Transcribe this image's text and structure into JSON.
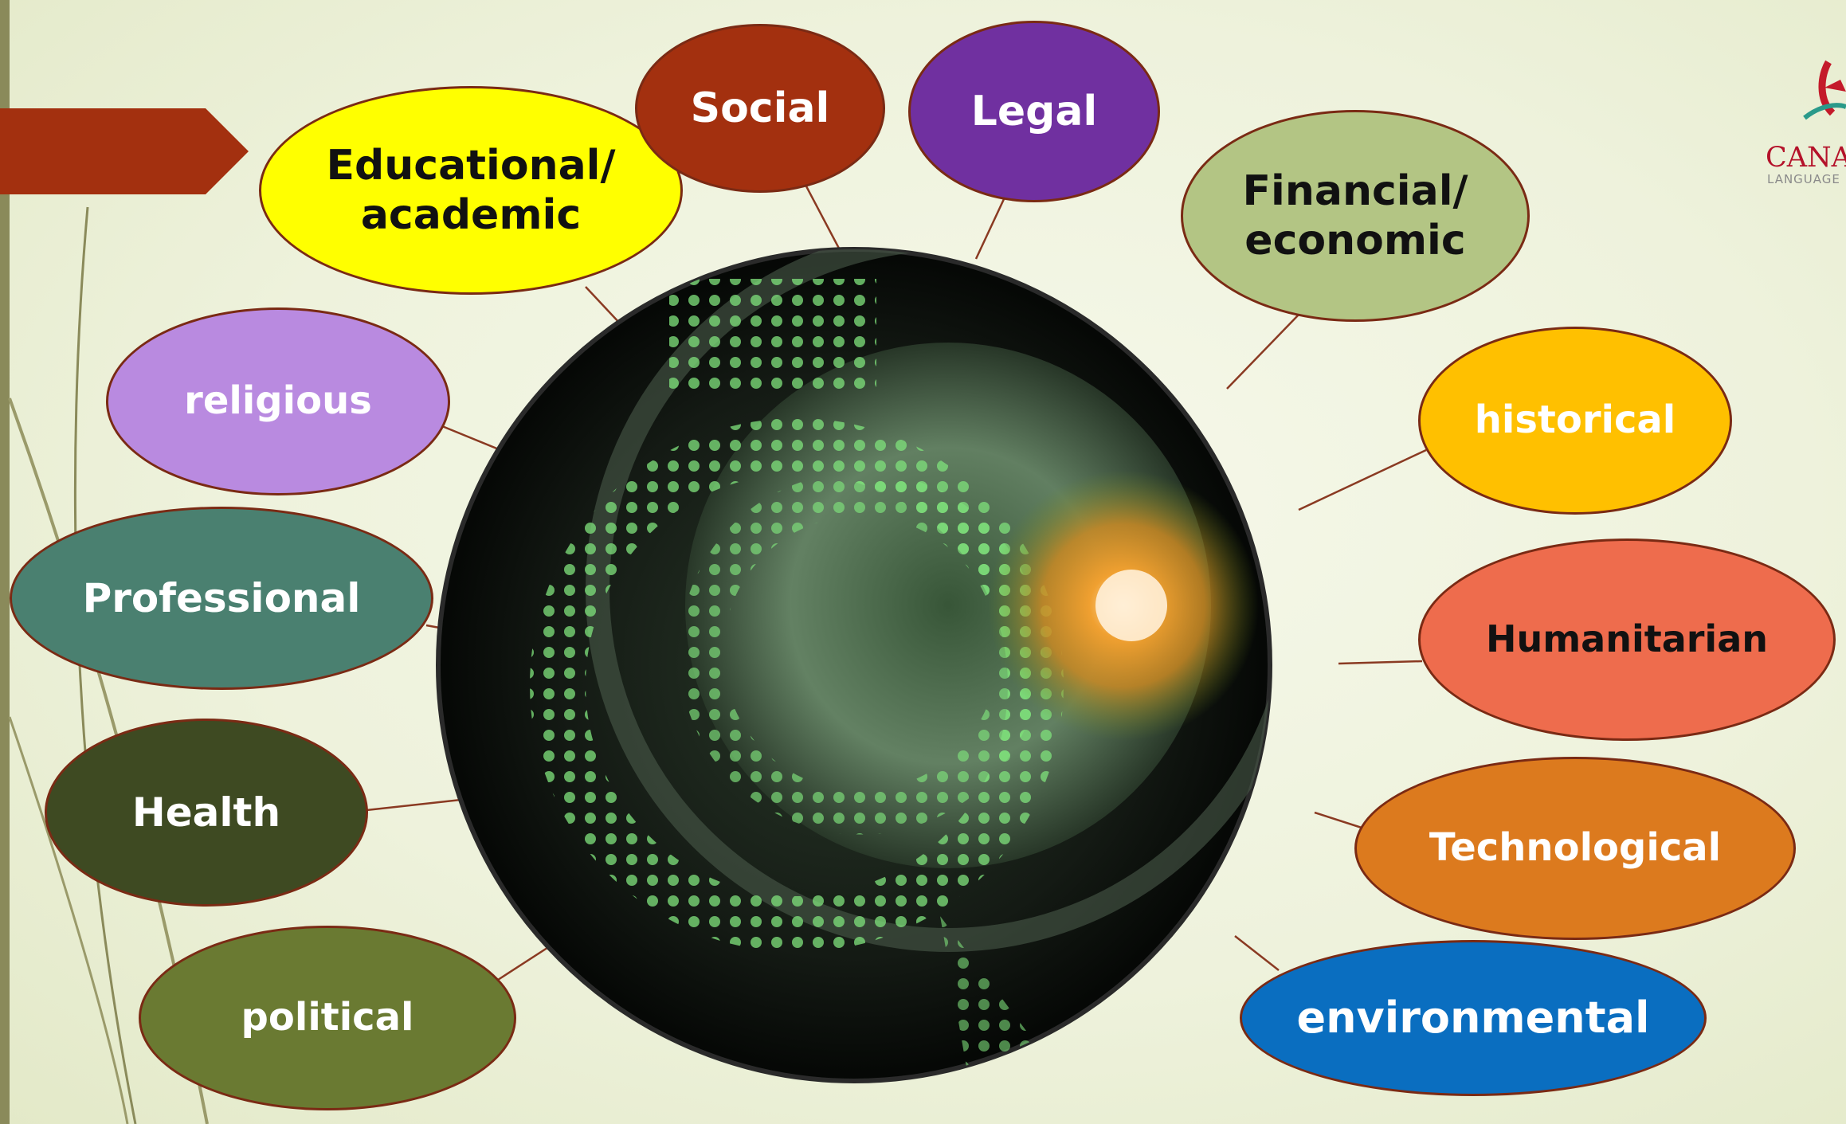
{
  "colors": {
    "title_arrow": "#a3300f",
    "connector": "#8a3a22",
    "bubble_border": "#7a2a14"
  },
  "bubbles": [
    {
      "key": "educational",
      "label": "Educational/\nacademic",
      "fill": "#ffff00",
      "text_color": "#111111"
    },
    {
      "key": "social",
      "label": "Social",
      "fill": "#a3300f",
      "text_color": "#ffffff"
    },
    {
      "key": "legal",
      "label": "Legal",
      "fill": "#7030a0",
      "text_color": "#ffffff"
    },
    {
      "key": "financial",
      "label": "Financial/\neconomic",
      "fill": "#b3c584",
      "text_color": "#111111"
    },
    {
      "key": "religious",
      "label": "religious",
      "fill": "#b98ae0",
      "text_color": "#ffffff"
    },
    {
      "key": "historical",
      "label": "historical",
      "fill": "#ffc000",
      "text_color": "#ffffff"
    },
    {
      "key": "professional",
      "label": "Professional",
      "fill": "#4a8070",
      "text_color": "#ffffff"
    },
    {
      "key": "humanitarian",
      "label": "Humanitarian",
      "fill": "#ee6c4d",
      "text_color": "#111111"
    },
    {
      "key": "health",
      "label": "Health",
      "fill": "#3e4a22",
      "text_color": "#ffffff"
    },
    {
      "key": "technological",
      "label": "Technological",
      "fill": "#dc7a1e",
      "text_color": "#ffffff"
    },
    {
      "key": "political",
      "label": "political",
      "fill": "#6a7a32",
      "text_color": "#ffffff"
    },
    {
      "key": "environmental",
      "label": "environmental",
      "fill": "#0a6ec0",
      "text_color": "#ffffff"
    }
  ],
  "logo": {
    "text": "CANAD",
    "subtext": "LANGUAGE",
    "icon": "maple-leaf-icon"
  }
}
